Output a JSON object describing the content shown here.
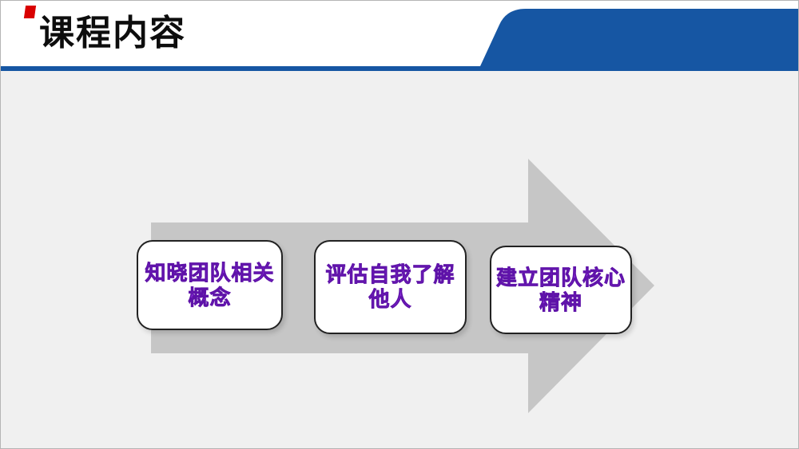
{
  "slide": {
    "title": "课程内容",
    "colors": {
      "header_blue": "#1656A3",
      "accent_red": "#D90000",
      "arrow_gray": "#C6C6C6",
      "step_text_purple": "#8A2BD9",
      "body_gray": "#F0F0F0"
    }
  },
  "diagram": {
    "type": "process-arrow",
    "steps": [
      {
        "line1": "知晓团队相关",
        "line2": "概念"
      },
      {
        "line1": "评估自我了解",
        "line2": "他人"
      },
      {
        "line1": "建立团队核心",
        "line2": "精神"
      }
    ]
  }
}
